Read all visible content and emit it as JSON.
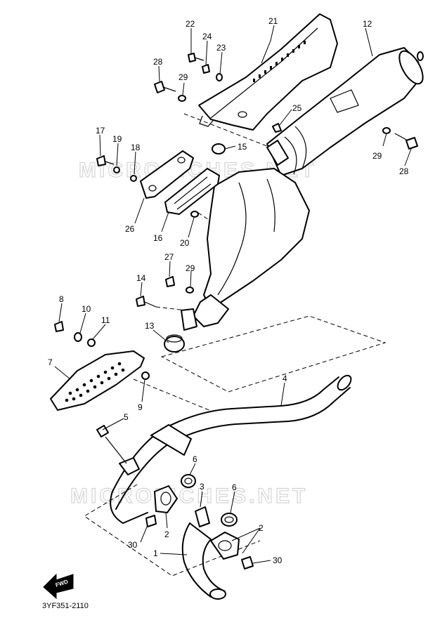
{
  "diagram_id": "3YF351-2110",
  "watermark": "MICROFICHES.NET",
  "direction_label": "FWD",
  "callouts": [
    {
      "id": "c1",
      "label": "1"
    },
    {
      "id": "c2a",
      "label": "2"
    },
    {
      "id": "c2b",
      "label": "2"
    },
    {
      "id": "c3",
      "label": "3"
    },
    {
      "id": "c4",
      "label": "4"
    },
    {
      "id": "c5",
      "label": "5"
    },
    {
      "id": "c6a",
      "label": "6"
    },
    {
      "id": "c6b",
      "label": "6"
    },
    {
      "id": "c7",
      "label": "7"
    },
    {
      "id": "c8",
      "label": "8"
    },
    {
      "id": "c9",
      "label": "9"
    },
    {
      "id": "c10",
      "label": "10"
    },
    {
      "id": "c11",
      "label": "11"
    },
    {
      "id": "c12",
      "label": "12"
    },
    {
      "id": "c13",
      "label": "13"
    },
    {
      "id": "c14",
      "label": "14"
    },
    {
      "id": "c15",
      "label": "15"
    },
    {
      "id": "c16",
      "label": "16"
    },
    {
      "id": "c17",
      "label": "17"
    },
    {
      "id": "c18",
      "label": "18"
    },
    {
      "id": "c19",
      "label": "19"
    },
    {
      "id": "c20",
      "label": "20"
    },
    {
      "id": "c21",
      "label": "21"
    },
    {
      "id": "c22",
      "label": "22"
    },
    {
      "id": "c23",
      "label": "23"
    },
    {
      "id": "c24",
      "label": "24"
    },
    {
      "id": "c25",
      "label": "25"
    },
    {
      "id": "c26",
      "label": "26"
    },
    {
      "id": "c27",
      "label": "27"
    },
    {
      "id": "c28a",
      "label": "28"
    },
    {
      "id": "c28b",
      "label": "28"
    },
    {
      "id": "c29a",
      "label": "29"
    },
    {
      "id": "c29b",
      "label": "29"
    },
    {
      "id": "c29c",
      "label": "29"
    },
    {
      "id": "c30a",
      "label": "30"
    },
    {
      "id": "c30b",
      "label": "30"
    }
  ]
}
